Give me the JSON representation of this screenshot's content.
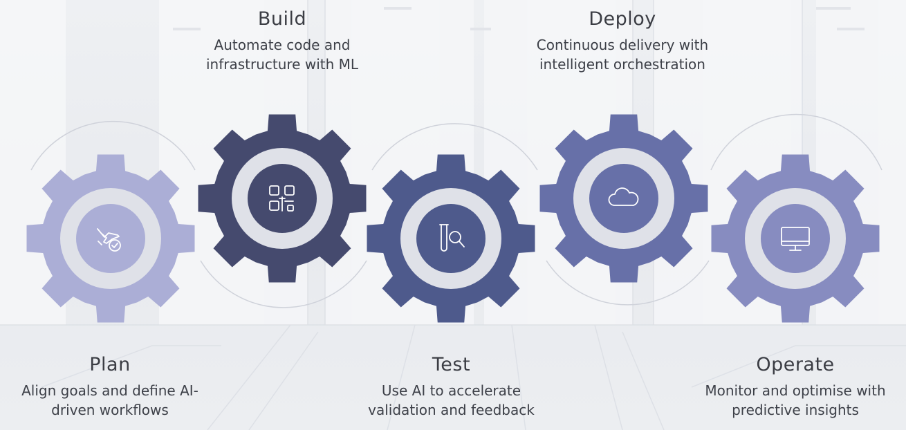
{
  "stages": [
    {
      "id": "plan",
      "title": "Plan",
      "desc_lines": [
        "Align goals and define AI-",
        "driven workflows"
      ],
      "color": "#abaed6",
      "icon": "plane-check-icon"
    },
    {
      "id": "build",
      "title": "Build",
      "desc_lines": [
        "Automate code and",
        "infrastructure with ML"
      ],
      "color": "#454a6e",
      "icon": "qr-code-icon"
    },
    {
      "id": "test",
      "title": "Test",
      "desc_lines": [
        "Use AI to accelerate",
        "validation and feedback"
      ],
      "color": "#4e5a8c",
      "icon": "test-tube-search-icon"
    },
    {
      "id": "deploy",
      "title": "Deploy",
      "desc_lines": [
        "Continuous delivery with",
        "intelligent orchestration"
      ],
      "color": "#6770a8",
      "icon": "cloud-icon"
    },
    {
      "id": "operate",
      "title": "Operate",
      "desc_lines": [
        "Monitor and optimise with",
        "predictive insights"
      ],
      "color": "#878cc0",
      "icon": "monitor-icon"
    }
  ],
  "colors": {
    "inner_ring": "#dfe1e8",
    "icon_stroke": "#ffffff",
    "background": "#eceef1"
  }
}
